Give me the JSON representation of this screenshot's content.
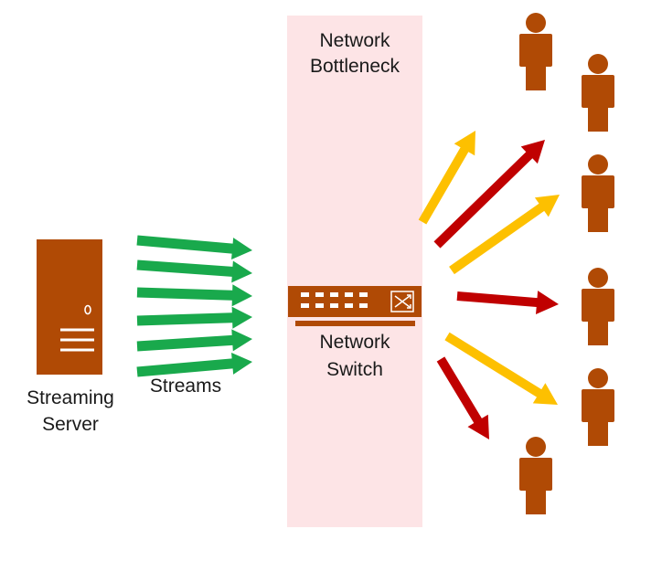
{
  "labels": {
    "bottleneck_line1": "Network",
    "bottleneck_line2": "Bottleneck",
    "switch_line1": "Network",
    "switch_line2": "Switch",
    "server_line1": "Streaming",
    "server_line2": "Server",
    "streams": "Streams"
  },
  "colors": {
    "server": "#b04a05",
    "switch": "#b04a05",
    "user": "#b04a05",
    "bottleneck_zone": "#fde4e6",
    "stream_arrow": "#19a94c",
    "ok_arrow": "#fdc000",
    "congested_arrow": "#c00000"
  },
  "icons": {
    "server": "server-tower-icon",
    "switch": "network-switch-icon",
    "user": "person-icon"
  }
}
